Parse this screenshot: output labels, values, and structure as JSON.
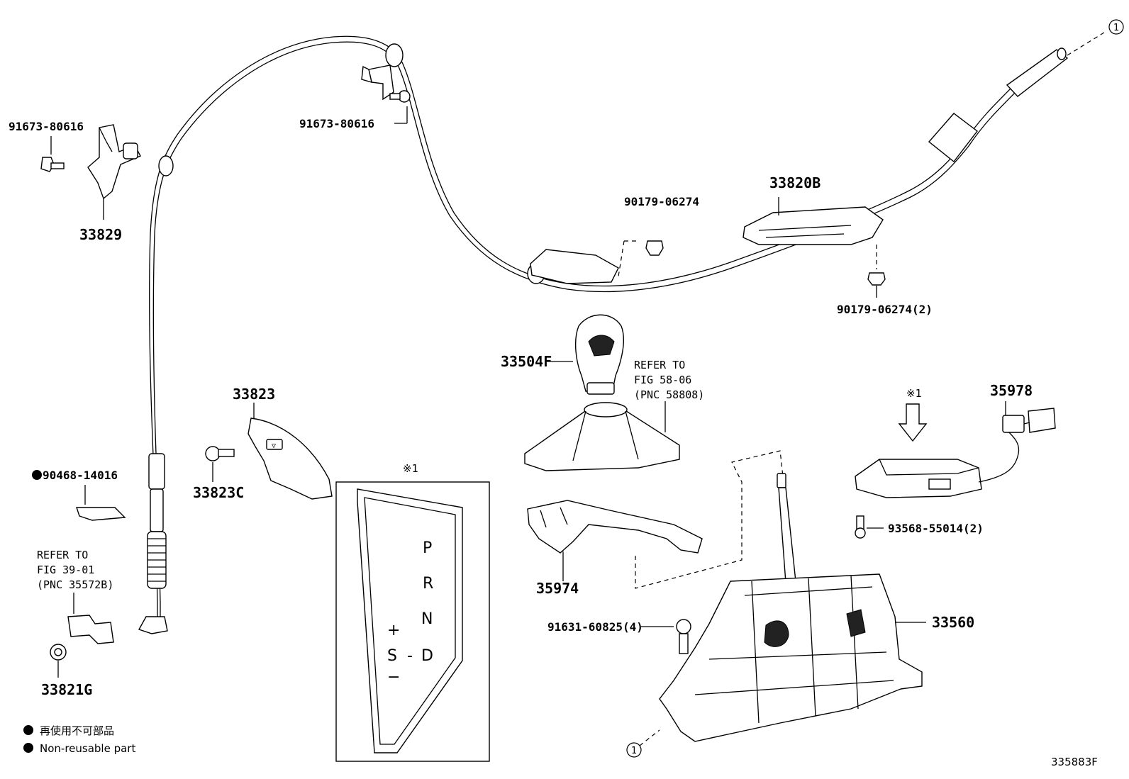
{
  "diagram_id": "335883F",
  "parts": {
    "p33820B": "33820B",
    "p90179_a": "90179-06274",
    "p90179_b": "90179-06274(2)",
    "p91673_a": "91673-80616",
    "p91673_b": "91673-80616",
    "p33829": "33829",
    "p33504F": "33504F",
    "p33823": "33823",
    "p33823C": "33823C",
    "p90468": "90468-14016",
    "p33821G": "33821G",
    "p35974": "35974",
    "p35978": "35978",
    "p93568": "93568-55014(2)",
    "p91631": "91631-60825(4)",
    "p33560": "33560"
  },
  "refs": {
    "fig58": [
      "REFER TO",
      "FIG 58-06",
      "(PNC 58808)"
    ],
    "fig39": [
      "REFER TO",
      "FIG 39-01",
      "(PNC 35572B)"
    ]
  },
  "markers": {
    "circle_one": "1",
    "note_mark": "※1"
  },
  "shift_gate": {
    "p": "P",
    "r": "R",
    "n": "N",
    "d": "D",
    "s": "S",
    "dash": "-",
    "plus": "+",
    "minus": "−"
  },
  "legend": {
    "item_jp": "再使用不可部品",
    "item_en": "Non-reusable part"
  }
}
